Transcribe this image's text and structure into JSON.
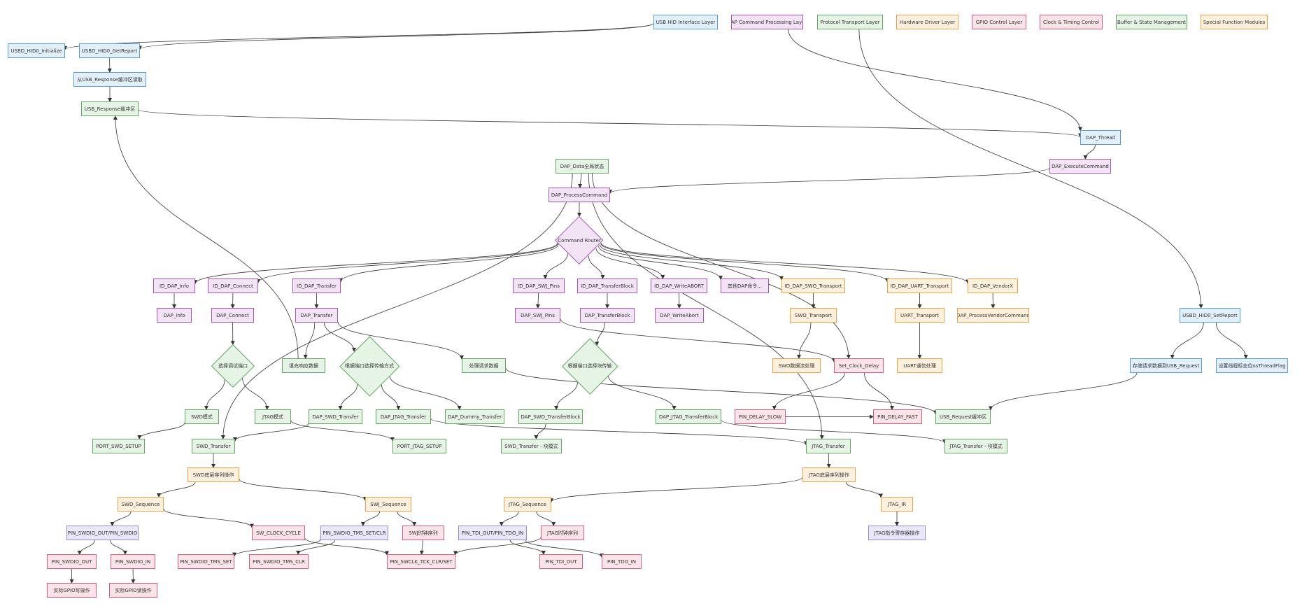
{
  "legend": [
    {
      "label": "USB HID Interface Layer",
      "cls": "usb"
    },
    {
      "label": "DAP Command Processing Layer",
      "cls": "cmd"
    },
    {
      "label": "Protocol Transport Layer",
      "cls": "proto"
    },
    {
      "label": "Hardware Driver Layer",
      "cls": "hw"
    },
    {
      "label": "GPIO Control Layer",
      "cls": "gpio"
    },
    {
      "label": "Clock & Timing Control",
      "cls": "gpio"
    },
    {
      "label": "Buffer & State Management",
      "cls": "buf"
    },
    {
      "label": "Special Function Modules",
      "cls": "spec"
    }
  ],
  "nodes": [
    {
      "id": "hid_init",
      "label": "USBD_HID0_Initialize",
      "cls": "usb"
    },
    {
      "id": "hid_getreport",
      "label": "USBD_HID0_GetReport",
      "cls": "usb"
    },
    {
      "id": "read_resp",
      "label": "从USB_Response缓冲区读取",
      "cls": "usb"
    },
    {
      "id": "resp_buf",
      "label": "USB_Response缓冲区",
      "cls": "buf"
    },
    {
      "id": "dap_thread",
      "label": "DAP_Thread",
      "cls": "usb"
    },
    {
      "id": "exec_cmd",
      "label": "DAP_ExecuteCommand",
      "cls": "cmd"
    },
    {
      "id": "dap_data",
      "label": "DAP_Data全局状态",
      "cls": "buf"
    },
    {
      "id": "process_cmd",
      "label": "DAP_ProcessCommand",
      "cls": "cmd"
    },
    {
      "id": "id_info",
      "label": "ID_DAP_Info",
      "cls": "cmd"
    },
    {
      "id": "id_connect",
      "label": "ID_DAP_Connect",
      "cls": "cmd"
    },
    {
      "id": "id_transfer",
      "label": "ID_DAP_Transfer",
      "cls": "cmd"
    },
    {
      "id": "id_swj_pins",
      "label": "ID_DAP_SWJ_Pins",
      "cls": "cmd"
    },
    {
      "id": "id_transferblock",
      "label": "ID_DAP_TransferBlock",
      "cls": "cmd"
    },
    {
      "id": "id_writeabort",
      "label": "ID_DAP_WriteABORT",
      "cls": "cmd"
    },
    {
      "id": "other_cmds",
      "label": "其他DAP命令...",
      "cls": "cmd"
    },
    {
      "id": "id_swo",
      "label": "ID_DAP_SWO_Transport",
      "cls": "spec"
    },
    {
      "id": "id_uart",
      "label": "ID_DAP_UART_Transport",
      "cls": "spec"
    },
    {
      "id": "id_vendor",
      "label": "ID_DAP_VendorX",
      "cls": "spec"
    },
    {
      "id": "dap_info",
      "label": "DAP_Info",
      "cls": "cmd"
    },
    {
      "id": "dap_connect",
      "label": "DAP_Connect",
      "cls": "cmd"
    },
    {
      "id": "dap_transfer",
      "label": "DAP_Transfer",
      "cls": "cmd"
    },
    {
      "id": "dap_swj_pins",
      "label": "DAP_SWJ_Pins",
      "cls": "cmd"
    },
    {
      "id": "dap_transferblock",
      "label": "DAP_TransferBlock",
      "cls": "cmd"
    },
    {
      "id": "dap_writeabort",
      "label": "DAP_WriteAbort",
      "cls": "cmd"
    },
    {
      "id": "swo_transport",
      "label": "SWO_Transport",
      "cls": "spec"
    },
    {
      "id": "uart_transport",
      "label": "UART_Transport",
      "cls": "spec"
    },
    {
      "id": "vendor_cmd",
      "label": "DAP_ProcessVendorCommand",
      "cls": "spec"
    },
    {
      "id": "hid_setreport",
      "label": "USBD_HID0_SetReport",
      "cls": "usb"
    },
    {
      "id": "fill_resp",
      "label": "填充响应数据",
      "cls": "proto"
    },
    {
      "id": "proc_req",
      "label": "处理请求数据",
      "cls": "proto"
    },
    {
      "id": "swo_stream",
      "label": "SWO数据流处理",
      "cls": "spec"
    },
    {
      "id": "set_clock",
      "label": "Set_Clock_Delay",
      "cls": "gpio"
    },
    {
      "id": "uart_comm",
      "label": "UART通信处理",
      "cls": "spec"
    },
    {
      "id": "store_req",
      "label": "存储请求数据到USB_Request",
      "cls": "usb"
    },
    {
      "id": "set_flag",
      "label": "设置线程标志位osThreadFlag",
      "cls": "usb"
    },
    {
      "id": "swd_mode",
      "label": "SWD模式",
      "cls": "proto"
    },
    {
      "id": "jtag_mode",
      "label": "JTAG模式",
      "cls": "proto"
    },
    {
      "id": "dap_swd_transfer",
      "label": "DAP_SWD_Transfer",
      "cls": "proto"
    },
    {
      "id": "dap_jtag_transfer",
      "label": "DAP_JTAG_Transfer",
      "cls": "proto"
    },
    {
      "id": "dap_dummy",
      "label": "DAP_Dummy_Transfer",
      "cls": "proto"
    },
    {
      "id": "dap_swd_tb",
      "label": "DAP_SWD_TransferBlock",
      "cls": "proto"
    },
    {
      "id": "dap_jtag_tb",
      "label": "DAP_JTAG_TransferBlock",
      "cls": "proto"
    },
    {
      "id": "pin_delay_slow",
      "label": "PIN_DELAY_SLOW",
      "cls": "gpio"
    },
    {
      "id": "pin_delay_fast",
      "label": "PIN_DELAY_FAST",
      "cls": "gpio"
    },
    {
      "id": "req_buf",
      "label": "USB_Request缓冲区",
      "cls": "buf"
    },
    {
      "id": "port_swd",
      "label": "PORT_SWD_SETUP",
      "cls": "proto"
    },
    {
      "id": "swd_transfer",
      "label": "SWD_Transfer",
      "cls": "proto"
    },
    {
      "id": "port_jtag",
      "label": "PORT_JTAG_SETUP",
      "cls": "proto"
    },
    {
      "id": "swd_transfer_block",
      "label": "SWD_Transfer - 块模式",
      "cls": "proto"
    },
    {
      "id": "jtag_transfer",
      "label": "JTAG_Transfer",
      "cls": "proto"
    },
    {
      "id": "jtag_transfer_block",
      "label": "JTAG_Transfer - 块模式",
      "cls": "proto"
    },
    {
      "id": "swd_seq_ops",
      "label": "SWD底层序列操作",
      "cls": "hw"
    },
    {
      "id": "jtag_seq_ops",
      "label": "JTAG底层序列操作",
      "cls": "hw"
    },
    {
      "id": "swd_sequence",
      "label": "SWD_Sequence",
      "cls": "hw"
    },
    {
      "id": "swj_sequence",
      "label": "SWJ_Sequence",
      "cls": "hw"
    },
    {
      "id": "jtag_sequence",
      "label": "JTAG_Sequence",
      "cls": "hw"
    },
    {
      "id": "jtag_ir",
      "label": "JTAG_IR",
      "cls": "hw"
    },
    {
      "id": "pin_swdio_out_in",
      "label": "PIN_SWDIO_OUT/PIN_SWDIO",
      "cls": "lav"
    },
    {
      "id": "sw_clock_cycle",
      "label": "SW_CLOCK_CYCLE",
      "cls": "gpio"
    },
    {
      "id": "pin_swdio_tms",
      "label": "PIN_SWDIO_TMS_SET/CLR",
      "cls": "lav"
    },
    {
      "id": "swj_clock_seq",
      "label": "SWJ时钟序列",
      "cls": "gpio"
    },
    {
      "id": "pin_tdi_tdo",
      "label": "PIN_TDI_OUT/PIN_TDO_IN",
      "cls": "lav"
    },
    {
      "id": "jtag_clock_seq",
      "label": "JTAG时钟序列",
      "cls": "gpio"
    },
    {
      "id": "jtag_ir_ops",
      "label": "JTAG指令寄存器操作",
      "cls": "lav"
    },
    {
      "id": "pin_swdio_out",
      "label": "PIN_SWDIO_OUT",
      "cls": "gpio"
    },
    {
      "id": "pin_swdio_in",
      "label": "PIN_SWDIO_IN",
      "cls": "gpio"
    },
    {
      "id": "pin_swdio_tms_set",
      "label": "PIN_SWDIO_TMS_SET",
      "cls": "gpio"
    },
    {
      "id": "pin_swdio_tms_clr",
      "label": "PIN_SWDIO_TMS_CLR",
      "cls": "gpio"
    },
    {
      "id": "pin_swclk",
      "label": "PIN_SWCLK_TCK_CLR/SET",
      "cls": "gpio"
    },
    {
      "id": "pin_tdi_out",
      "label": "PIN_TDI_OUT",
      "cls": "gpio"
    },
    {
      "id": "pin_tdo_in",
      "label": "PIN_TDO_IN",
      "cls": "gpio"
    },
    {
      "id": "gpio_write",
      "label": "实际GPIO写操作",
      "cls": "gpio"
    },
    {
      "id": "gpio_read",
      "label": "实际GPIO读操作",
      "cls": "gpio"
    }
  ],
  "decisions": [
    {
      "id": "cmd_router",
      "label": "Command Router",
      "cls": "cmd"
    },
    {
      "id": "select_port",
      "label": "选择调试端口",
      "cls": "proto"
    },
    {
      "id": "select_transfer",
      "label": "根据端口选择传输方式",
      "cls": "proto"
    },
    {
      "id": "select_block",
      "label": "根据端口选择块传输",
      "cls": "proto"
    }
  ]
}
